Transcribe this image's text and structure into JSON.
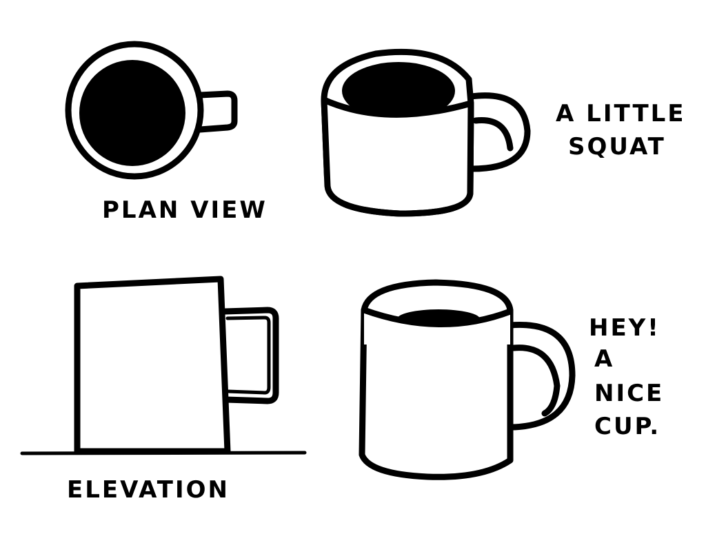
{
  "labels": {
    "plan_view": "PLAN VIEW",
    "squat_line1": "A LITTLE",
    "squat_line2": "SQUAT",
    "elevation": "ELEVATION",
    "nice_line1": "HEY!",
    "nice_line2": "A",
    "nice_line3": "NICE",
    "nice_line4": "CUP."
  },
  "colors": {
    "ink": "#000000",
    "paper": "#ffffff"
  }
}
